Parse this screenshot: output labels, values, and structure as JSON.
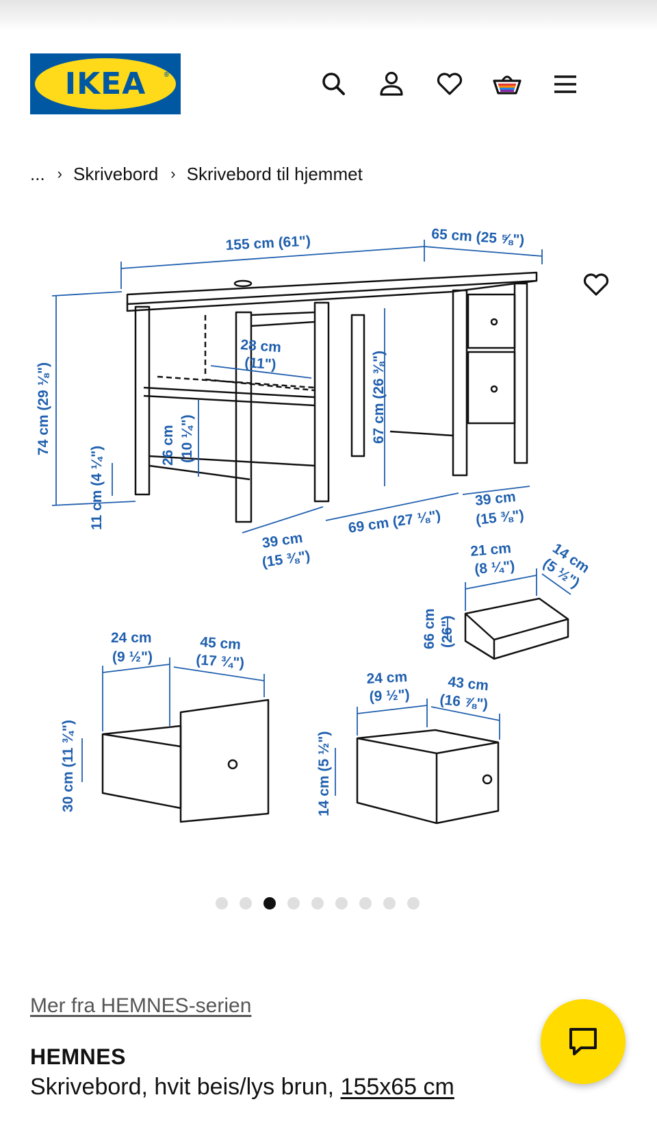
{
  "header": {
    "logo_text": "IKEA",
    "logo_registered": "®",
    "icons": [
      "search-icon",
      "user-icon",
      "heart-icon",
      "cart-icon",
      "menu-icon"
    ]
  },
  "breadcrumb": {
    "items": [
      "...",
      "Skrivebord",
      "Skrivebord til hjemmet"
    ]
  },
  "gallery": {
    "dimensions": {
      "width": "155 cm (61\")",
      "depth": "65 cm (25 ⅝\")",
      "height": "74 cm (29 ⅛\")",
      "shelf_depth_cm": "28 cm",
      "shelf_depth_in": "(11\")",
      "leg_clear": "67 cm (26 ⅜\")",
      "shelf_gap": "26 cm",
      "shelf_gap_in": "(10 ¼\")",
      "floor_gap": "11 cm (4 ¼\")",
      "left_section_cm": "39 cm",
      "left_section_in": "(15 ⅜\")",
      "knee_space": "69 cm (27 ⅛\")",
      "right_section_cm": "39 cm",
      "right_section_in": "(15 ⅜\")",
      "small_drawer_w_cm": "21 cm",
      "small_drawer_w_in": "(8 ¼\")",
      "small_drawer_d_cm": "14 cm",
      "small_drawer_d_in": "(5 ½\")",
      "small_drawer_h_cm": "66 cm",
      "small_drawer_h_in": "(26\")",
      "big_drawer_w_cm": "24 cm",
      "big_drawer_w_in": "(9 ½\")",
      "big_drawer_d_cm": "45 cm",
      "big_drawer_d_in": "(17 ¾\")",
      "big_drawer_h": "30 cm (11 ¾\")",
      "mid_drawer_w_cm": "24 cm",
      "mid_drawer_w_in": "(9 ½\")",
      "mid_drawer_d_cm": "43 cm",
      "mid_drawer_d_in": "(16 ⅞\")",
      "mid_drawer_h": "14 cm (5 ½\")"
    },
    "slide_count": 9,
    "active_slide": 3
  },
  "product": {
    "series_link": "Mer fra HEMNES-serien",
    "name": "HEMNES",
    "description": "Skrivebord, hvit beis/lys brun, ",
    "size": "155x65 cm"
  },
  "colors": {
    "ikea_blue": "#0058a3",
    "ikea_yellow": "#ffda1a",
    "dimension_blue": "#1f5fae",
    "chat_yellow": "#ffdb00"
  }
}
